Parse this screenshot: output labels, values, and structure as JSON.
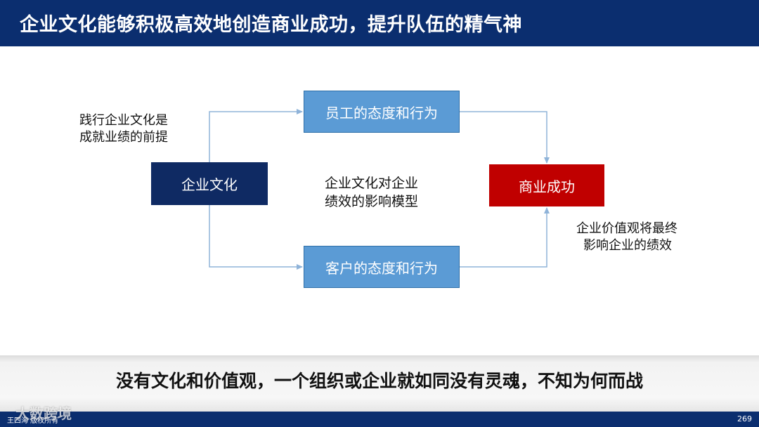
{
  "header": {
    "title": "企业文化能够积极高效地创造商业成功，提升队伍的精气神"
  },
  "diagram": {
    "nodes": {
      "culture": "企业文化",
      "employee": "员工的态度和行为",
      "customer": "客户的态度和行为",
      "success": "商业成功"
    },
    "center_label": [
      "企业文化对企业",
      "绩效的影响模型"
    ],
    "left_note": [
      "践行企业文化是",
      "成就业绩的前提"
    ],
    "right_note": [
      "企业价值观将最终",
      "影响企业的绩效"
    ]
  },
  "motto": "没有文化和价值观，一个组织或企业就如同没有灵魂，不知为何而战",
  "footer": {
    "copyright": "王四海 版权所有",
    "page_number": "269",
    "watermark": "大数跨境"
  },
  "colors": {
    "header_bg": "#0b2e6f",
    "culture_box": "#0f2a63",
    "flow_box": "#5b9bd5",
    "success_box": "#c00000",
    "connector": "#8fb3d9"
  }
}
